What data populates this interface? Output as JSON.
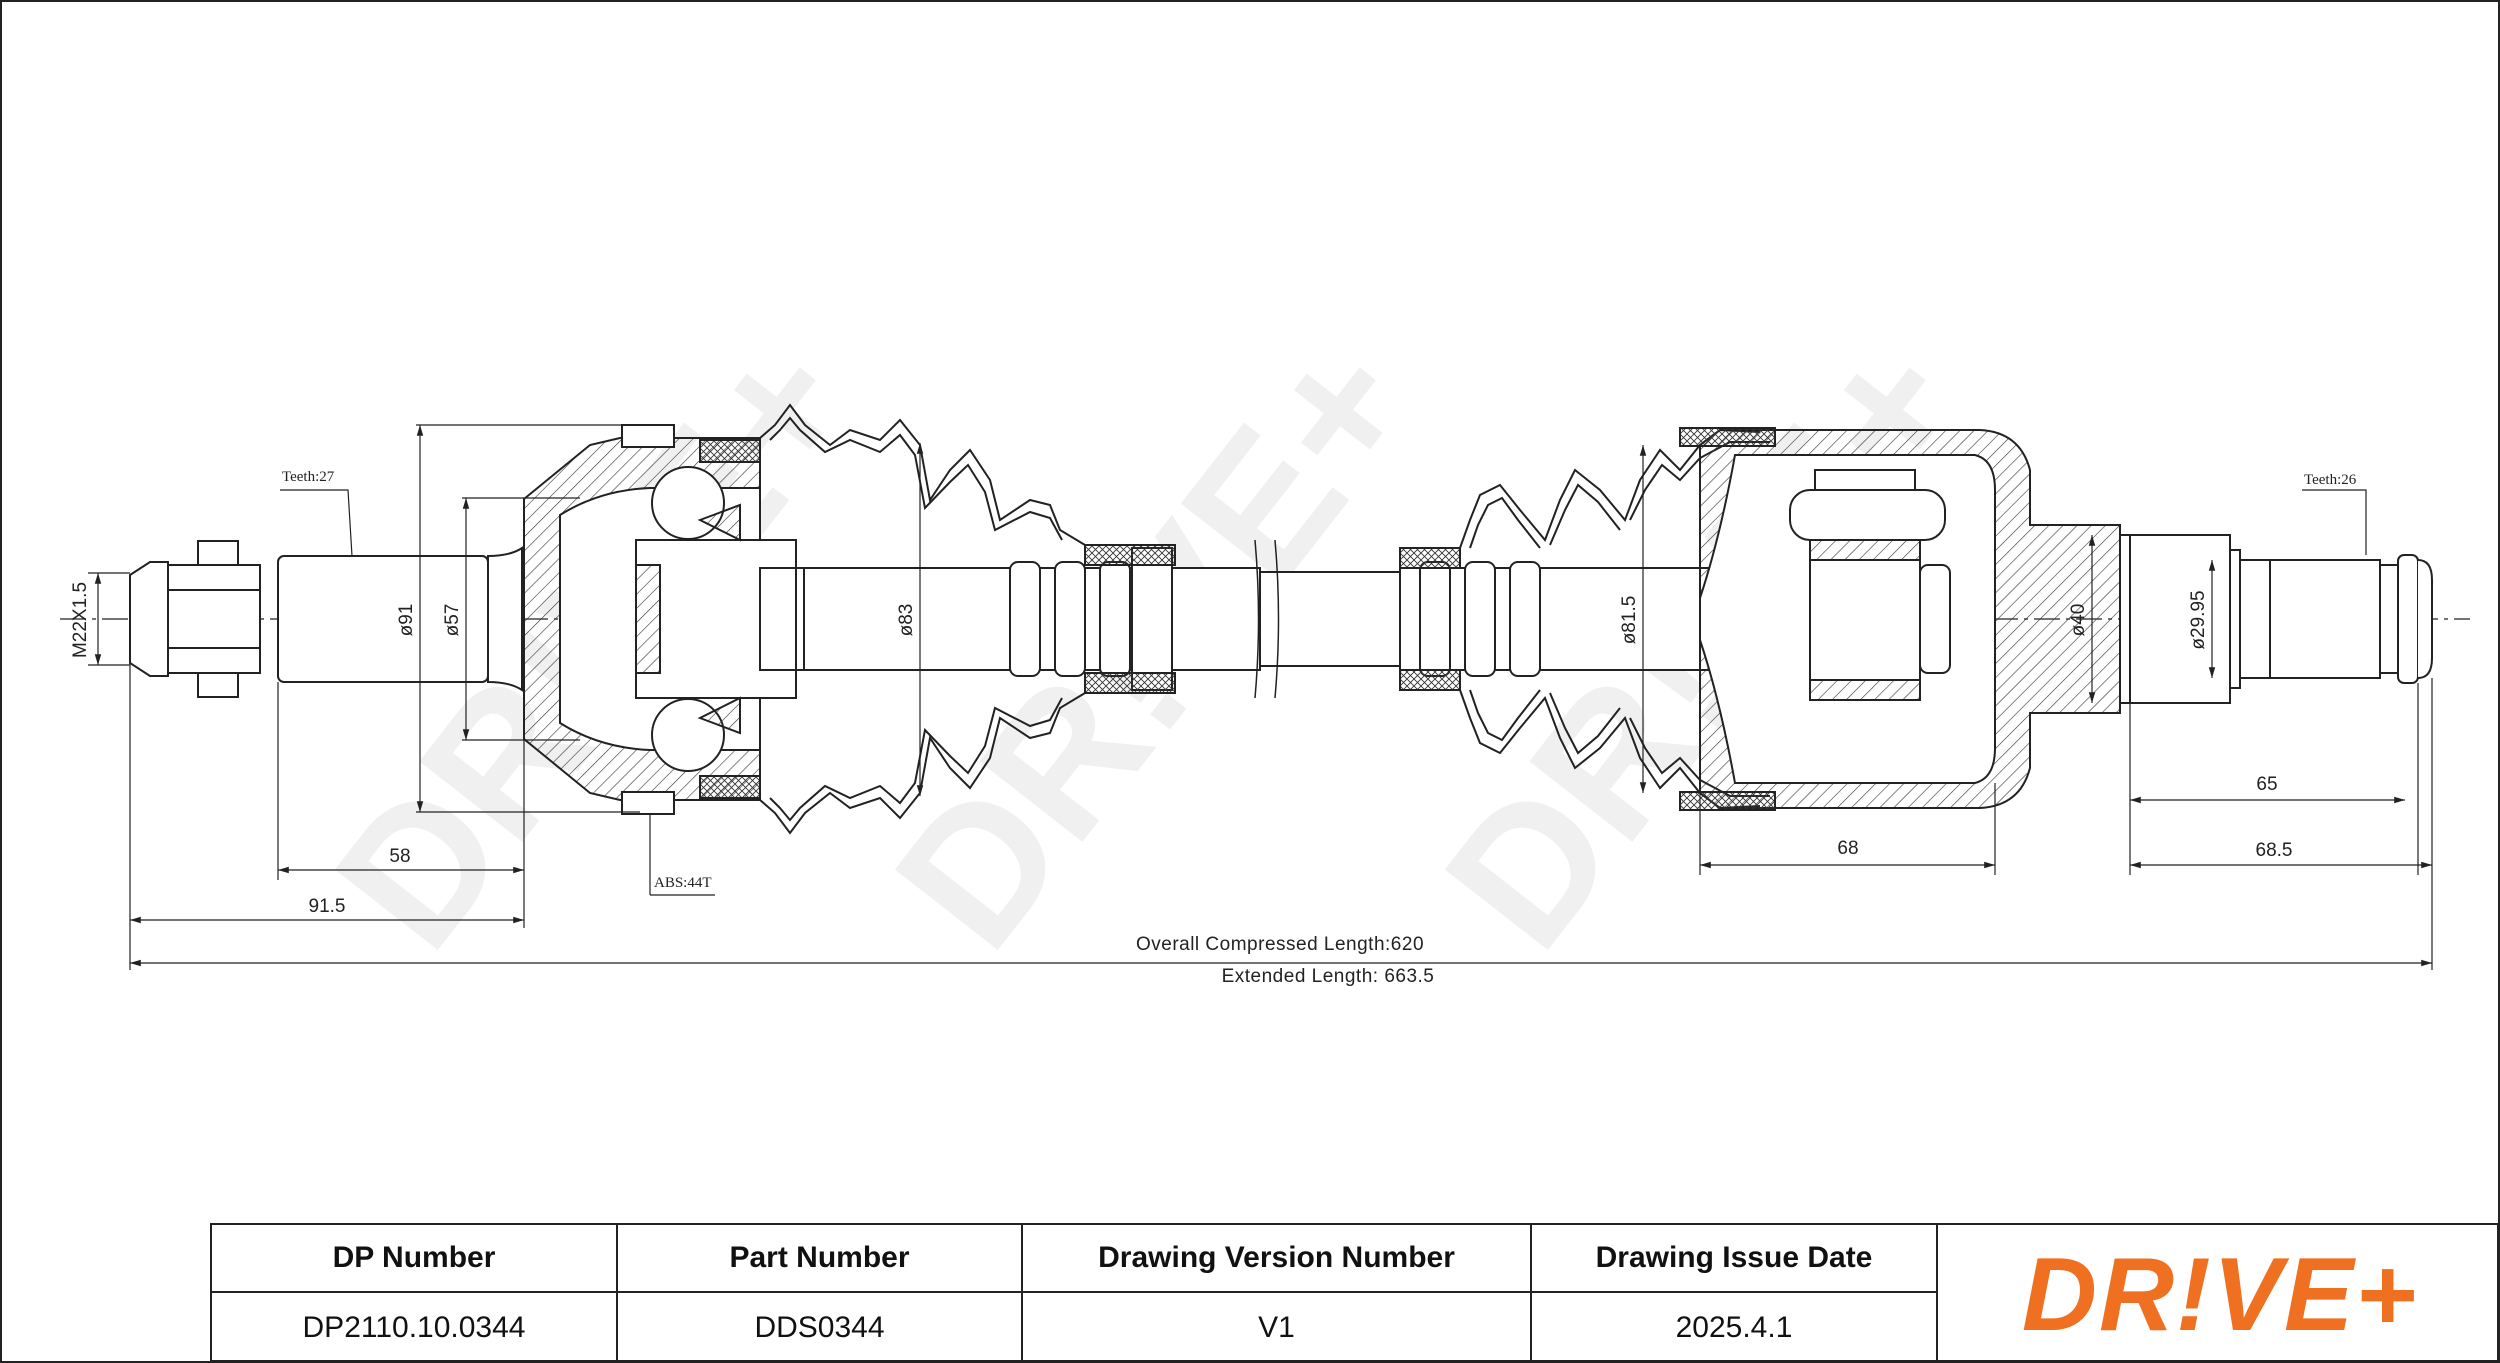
{
  "drawing": {
    "annotations": {
      "teeth_left": "Teeth:27",
      "teeth_right": "Teeth:26",
      "abs": "ABS:44T",
      "thread": "M22X1.5",
      "dia_91": "ø91",
      "dia_57": "ø57",
      "dia_83": "ø83",
      "dia_81_5": "ø81.5",
      "dia_40": "ø40",
      "dia_29_95": "ø29.95",
      "len_58": "58",
      "len_91_5": "91.5",
      "len_68": "68",
      "len_65": "65",
      "len_68_5": "68.5",
      "overall_compressed": "Overall  Compressed  Length:620",
      "extended": "Extended  Length: 663.5"
    },
    "watermark": "DR!VE+"
  },
  "title_block": {
    "headers": [
      "DP Number",
      "Part Number",
      "Drawing Version Number",
      "Drawing Issue Date"
    ],
    "values": [
      "DP2110.10.0344",
      "DDS0344",
      "V1",
      "2025.4.1"
    ]
  },
  "logo": {
    "text": "DR!VE+",
    "color": "#f07022"
  }
}
